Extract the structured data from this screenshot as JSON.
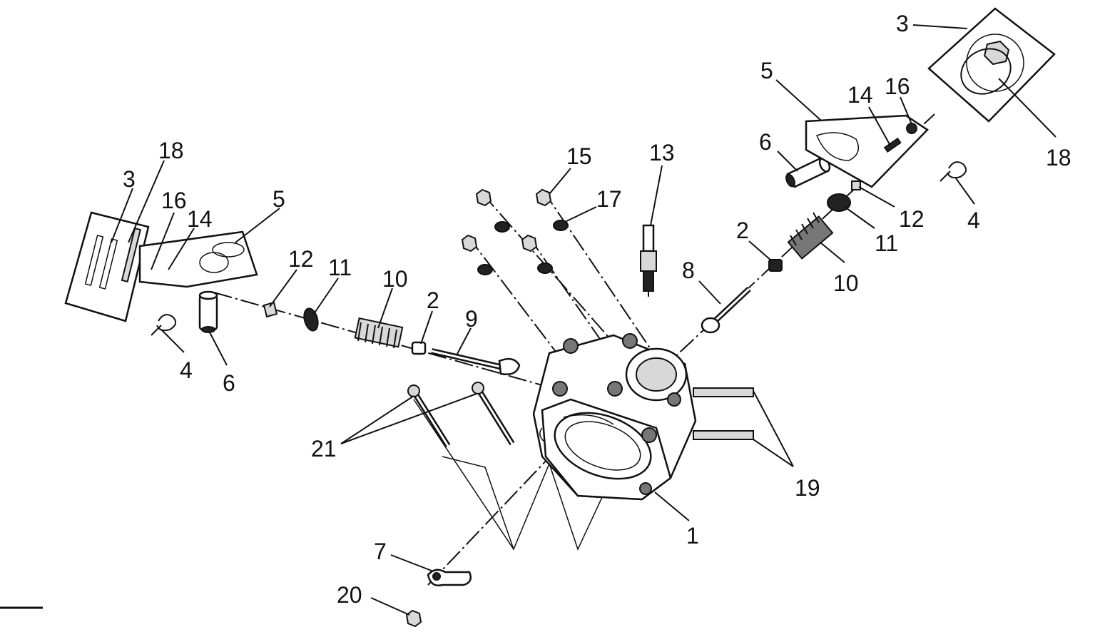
{
  "diagram": {
    "callouts": [
      {
        "id": "c3-left",
        "label": "3"
      },
      {
        "id": "c18-left",
        "label": "18"
      },
      {
        "id": "c16-left",
        "label": "16"
      },
      {
        "id": "c14-left",
        "label": "14"
      },
      {
        "id": "c5-left",
        "label": "5"
      },
      {
        "id": "c12-left",
        "label": "12"
      },
      {
        "id": "c11-left",
        "label": "11"
      },
      {
        "id": "c10-left",
        "label": "10"
      },
      {
        "id": "c2-left",
        "label": "2"
      },
      {
        "id": "c9",
        "label": "9"
      },
      {
        "id": "c4-left",
        "label": "4"
      },
      {
        "id": "c6-left",
        "label": "6"
      },
      {
        "id": "c21",
        "label": "21"
      },
      {
        "id": "c7",
        "label": "7"
      },
      {
        "id": "c20",
        "label": "20"
      },
      {
        "id": "c1",
        "label": "1"
      },
      {
        "id": "c19",
        "label": "19"
      },
      {
        "id": "c15",
        "label": "15"
      },
      {
        "id": "c17",
        "label": "17"
      },
      {
        "id": "c13",
        "label": "13"
      },
      {
        "id": "c8",
        "label": "8"
      },
      {
        "id": "c2-right",
        "label": "2"
      },
      {
        "id": "c10-right",
        "label": "10"
      },
      {
        "id": "c11-right",
        "label": "11"
      },
      {
        "id": "c12-right",
        "label": "12"
      },
      {
        "id": "c6-right",
        "label": "6"
      },
      {
        "id": "c5-right",
        "label": "5"
      },
      {
        "id": "c14-right",
        "label": "14"
      },
      {
        "id": "c16-right",
        "label": "16"
      },
      {
        "id": "c3-right",
        "label": "3"
      },
      {
        "id": "c18-right",
        "label": "18"
      },
      {
        "id": "c4-right",
        "label": "4"
      }
    ]
  }
}
